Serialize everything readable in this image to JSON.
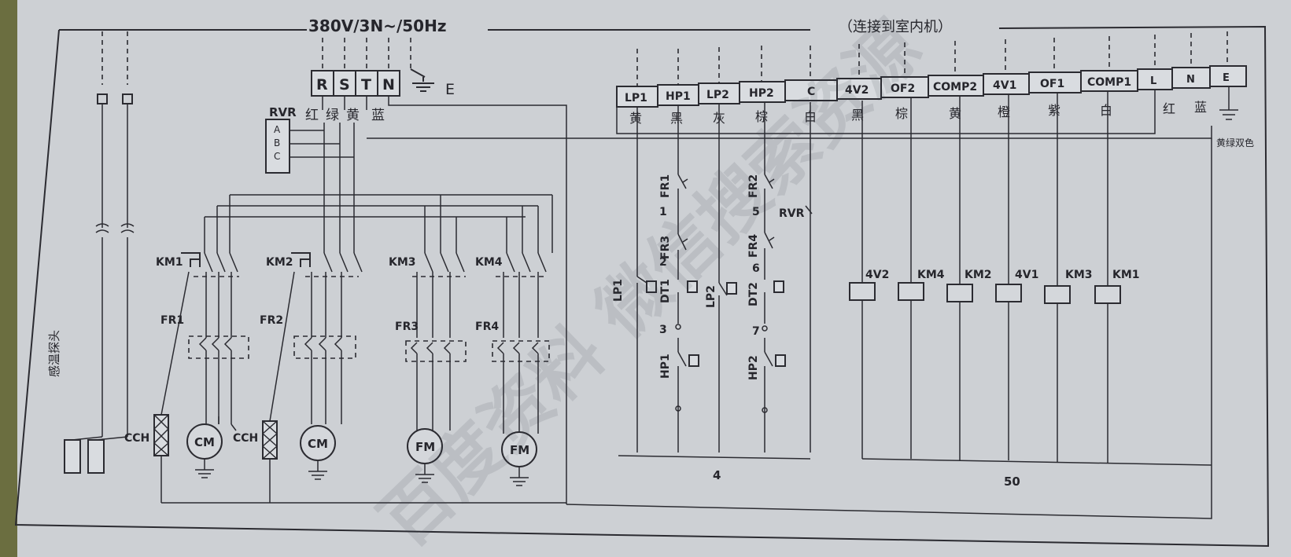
{
  "supply": {
    "label": "380V/3N~/50Hz",
    "phases": [
      "R",
      "S",
      "T",
      "N"
    ],
    "phase_colors": [
      "红",
      "绿",
      "黄",
      "蓝"
    ],
    "earth_label": "E"
  },
  "rvr": {
    "label": "RVR",
    "pins": [
      "A",
      "B",
      "C"
    ]
  },
  "indoor": {
    "title": "（连接到室内机）",
    "terminals": [
      "LP1",
      "HP1",
      "LP2",
      "HP2",
      "C",
      "4V2",
      "OF2",
      "COMP2",
      "4V1",
      "OF1",
      "COMP1",
      "L",
      "N",
      "E"
    ],
    "wire_colors": [
      "黄",
      "黑",
      "灰",
      "棕",
      "白",
      "黑",
      "棕",
      "黄",
      "橙",
      "紫",
      "白",
      "红",
      "蓝",
      "黄绿双色"
    ]
  },
  "power": {
    "contactors": [
      "KM1",
      "KM2",
      "KM3",
      "KM4"
    ],
    "overloads": [
      "FR1",
      "FR2",
      "FR3",
      "FR4"
    ],
    "heaters": [
      "CCH",
      "CCH"
    ],
    "motors": [
      "CM",
      "CM",
      "FM",
      "FM"
    ],
    "sensor_label": "感温探头"
  },
  "protection": {
    "labels": [
      "FR1",
      "FR3",
      "FR2",
      "FR4",
      "RVR",
      "LP1",
      "LP2",
      "DT1",
      "DT2",
      "HP1",
      "HP2"
    ],
    "nodes": [
      "1",
      "2",
      "3",
      "5",
      "6",
      "7"
    ],
    "bus_label": "4"
  },
  "coils": {
    "labels": [
      "4V2",
      "KM4",
      "KM2",
      "4V1",
      "KM3",
      "KM1"
    ],
    "bus_label": "50"
  },
  "watermark": "百度资料 微信搜索资源"
}
